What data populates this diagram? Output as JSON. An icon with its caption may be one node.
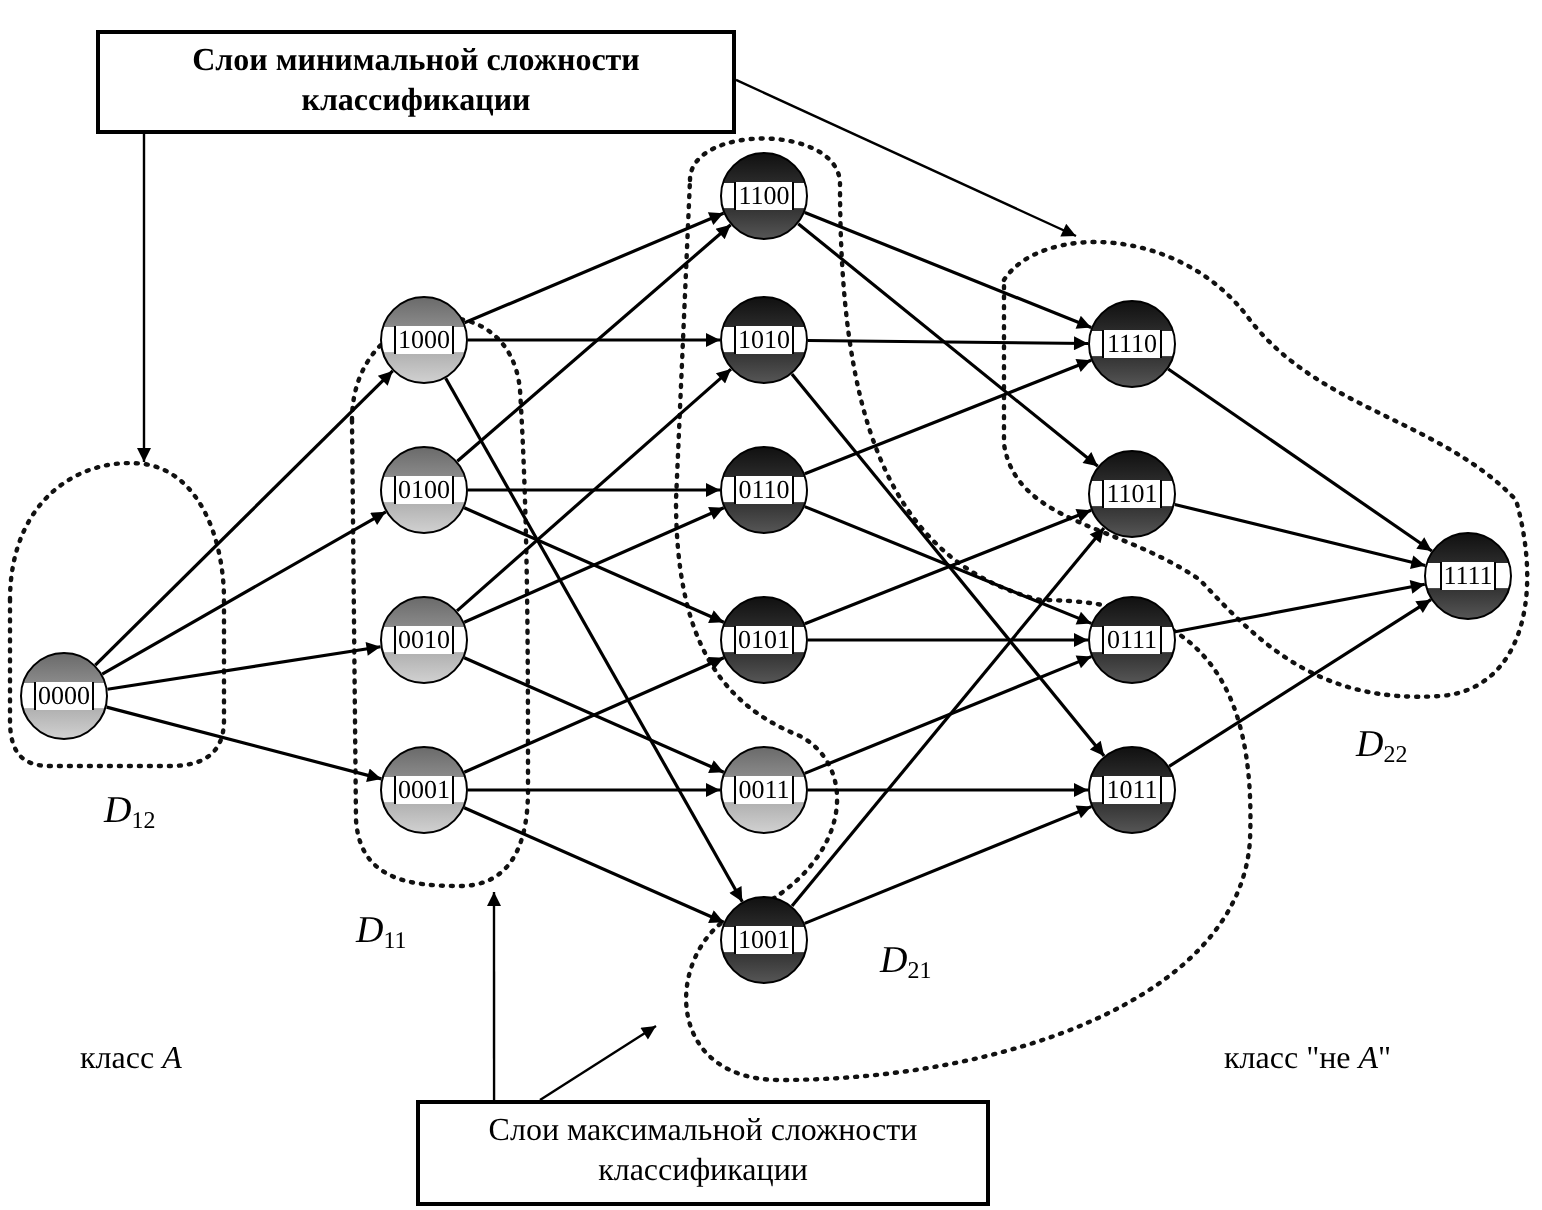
{
  "diagram": {
    "nodes": [
      {
        "text": [
          "Слои минимальной сложности классификации"
        ]
      },
      {
        "text": [
          "0000"
        ]
      },
      {
        "text": [
          "1000"
        ]
      },
      {
        "text": [
          "0100"
        ]
      },
      {
        "text": [
          "0010"
        ]
      },
      {
        "text": [
          "0001"
        ]
      },
      {
        "text": [
          "1100"
        ]
      },
      {
        "text": [
          "1010"
        ]
      },
      {
        "text": [
          "0110"
        ]
      },
      {
        "text": [
          "0101"
        ]
      },
      {
        "text": [
          "0011"
        ]
      },
      {
        "text": [
          "1001"
        ]
      },
      {
        "text": [
          "1110"
        ]
      },
      {
        "text": [
          "1101"
        ]
      },
      {
        "text": [
          "0111"
        ]
      },
      {
        "text": [
          "1011"
        ]
      },
      {
        "text": [
          "1111"
        ]
      },
      {
        "text": [
          "Слои максимальной сложности классификации"
        ]
      }
    ],
    "edges": [
      {
        "from": 1,
        "to": 2,
        "arrow": "to"
      },
      {
        "from": 1,
        "to": 3,
        "arrow": "to"
      },
      {
        "from": 1,
        "to": 4,
        "arrow": "to"
      },
      {
        "from": 1,
        "to": 5,
        "arrow": "to"
      },
      {
        "from": 2,
        "to": 6,
        "arrow": "to"
      },
      {
        "from": 2,
        "to": 7,
        "arrow": "to"
      },
      {
        "from": 2,
        "to": 11,
        "arrow": "to"
      },
      {
        "from": 3,
        "to": 6,
        "arrow": "to"
      },
      {
        "from": 3,
        "to": 8,
        "arrow": "to"
      },
      {
        "from": 3,
        "to": 9,
        "arrow": "to"
      },
      {
        "from": 4,
        "to": 7,
        "arrow": "to"
      },
      {
        "from": 4,
        "to": 8,
        "arrow": "to"
      },
      {
        "from": 4,
        "to": 10,
        "arrow": "to"
      },
      {
        "from": 5,
        "to": 9,
        "arrow": "to"
      },
      {
        "from": 5,
        "to": 10,
        "arrow": "to"
      },
      {
        "from": 5,
        "to": 11,
        "arrow": "to"
      },
      {
        "from": 6,
        "to": 12,
        "arrow": "to"
      },
      {
        "from": 6,
        "to": 13,
        "arrow": "to"
      },
      {
        "from": 7,
        "to": 12,
        "arrow": "to"
      },
      {
        "from": 7,
        "to": 15,
        "arrow": "to"
      },
      {
        "from": 8,
        "to": 12,
        "arrow": "to"
      },
      {
        "from": 8,
        "to": 14,
        "arrow": "to"
      },
      {
        "from": 9,
        "to": 13,
        "arrow": "to"
      },
      {
        "from": 9,
        "to": 14,
        "arrow": "to"
      },
      {
        "from": 10,
        "to": 14,
        "arrow": "to"
      },
      {
        "from": 10,
        "to": 15,
        "arrow": "to"
      },
      {
        "from": 11,
        "to": 13,
        "arrow": "to"
      },
      {
        "from": 11,
        "to": 15,
        "arrow": "to"
      },
      {
        "from": 12,
        "to": 16,
        "arrow": "to"
      },
      {
        "from": 13,
        "to": 16,
        "arrow": "to"
      },
      {
        "from": 14,
        "to": 16,
        "arrow": "to"
      },
      {
        "from": 15,
        "to": 16,
        "arrow": "to"
      },
      {
        "from": 0,
        "to": null,
        "arrow": "to"
      },
      {
        "from": 0,
        "to": null,
        "arrow": "to"
      },
      {
        "from": 17,
        "to": null,
        "arrow": "to"
      },
      {
        "from": 17,
        "to": null,
        "arrow": "to"
      }
    ],
    "labels": [
      "D$_{22}$",
      "D$_{12}$",
      "D$_{21}$",
      "D$_{11}$",
      "класс *A*",
      "класс \"не *A*\""
    ]
  }
}
